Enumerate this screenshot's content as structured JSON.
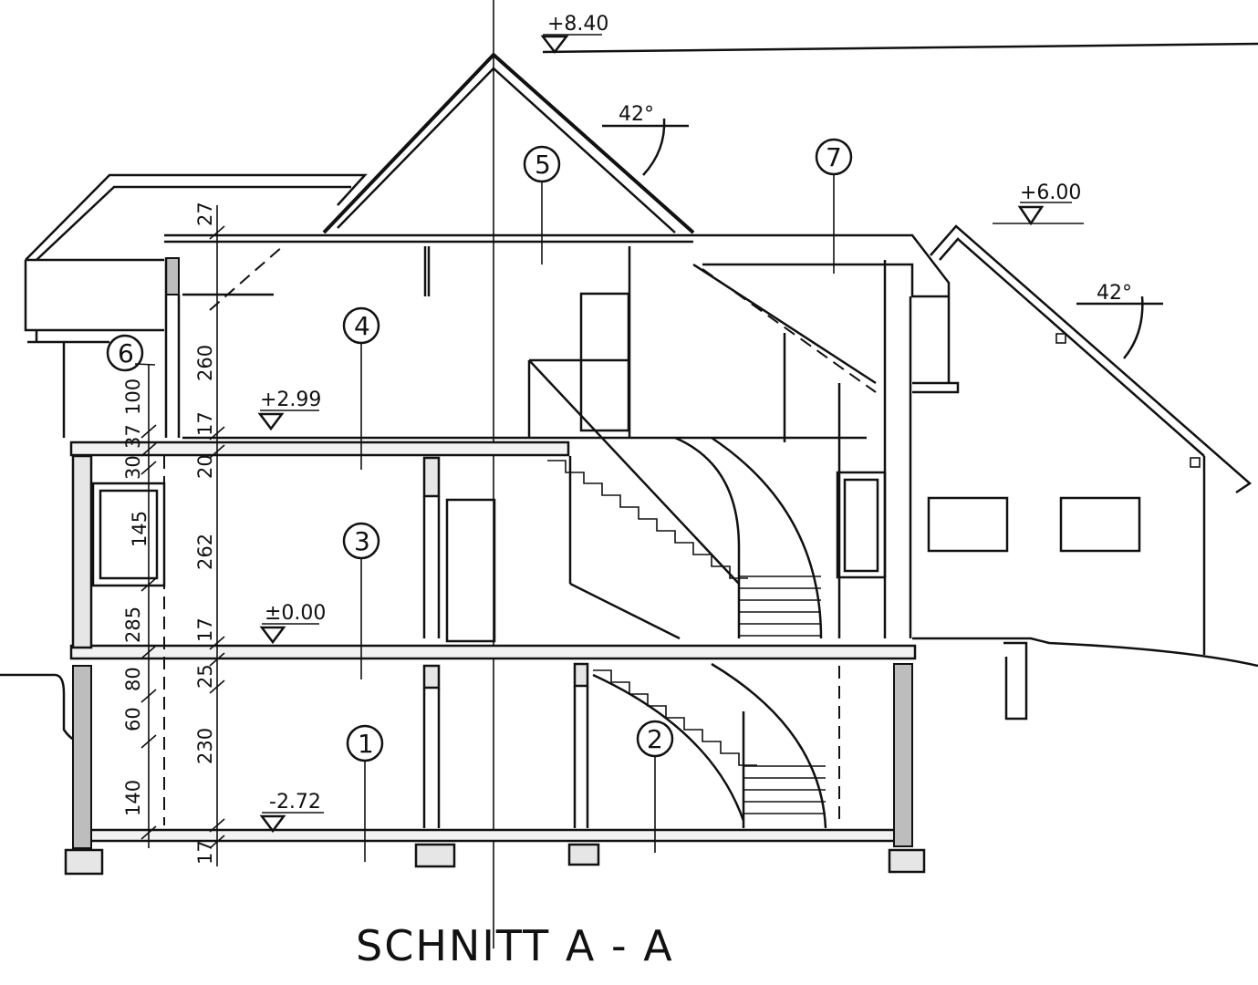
{
  "title": "SCHNITT A - A",
  "levels": {
    "ridge": "+8.40",
    "eave_right": "+6.00",
    "upper_floor": "+2.99",
    "ground_floor": "±0.00",
    "basement": "-2.72"
  },
  "angles": {
    "roof_main": "42°",
    "roof_right": "42°"
  },
  "rooms": [
    "1",
    "2",
    "3",
    "4",
    "5",
    "6",
    "7"
  ],
  "dimensions_left": [
    "100",
    "37",
    "30",
    "145",
    "285",
    "80",
    "60",
    "140"
  ],
  "dimensions_center": [
    "27",
    "260",
    "17",
    "20",
    "262",
    "17",
    "25",
    "230",
    "17"
  ]
}
